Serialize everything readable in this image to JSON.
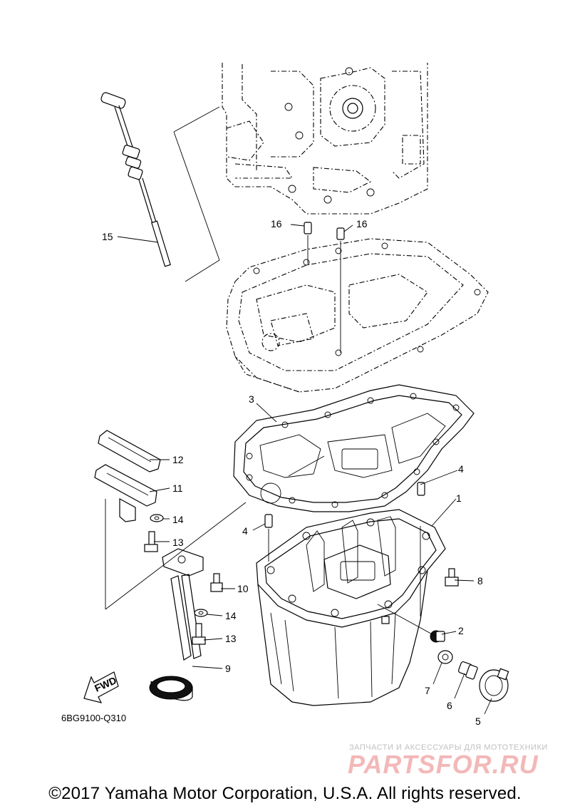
{
  "callouts": {
    "c1": "1",
    "c2": "2",
    "c3": "3",
    "c4a": "4",
    "c4b": "4",
    "c5": "5",
    "c6": "6",
    "c7": "7",
    "c8": "8",
    "c9": "9",
    "c10": "10",
    "c11": "11",
    "c12": "12",
    "c13a": "13",
    "c13b": "13",
    "c14a": "14",
    "c14b": "14",
    "c15": "15",
    "c16a": "16",
    "c16b": "16"
  },
  "fwd_label": "FWD",
  "diagram_code": "6BG9100-Q310",
  "copyright": "©2017 Yamaha Motor Corporation, U.S.A. All rights reserved.",
  "watermark": {
    "tagline": "ЗАПЧАСТИ И АКСЕССУАРЫ ДЛЯ МОТОТЕХНИКИ",
    "logo": "PARTSFOR.RU"
  },
  "colors": {
    "ink": "#000000",
    "watermark": "#f3b8b8"
  }
}
